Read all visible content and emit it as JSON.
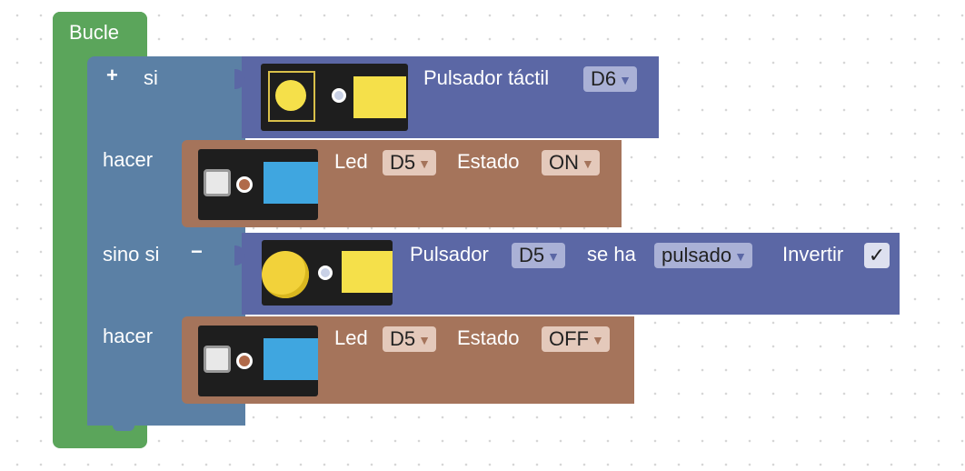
{
  "loop": {
    "label": "Bucle"
  },
  "if_block": {
    "plus_symbol": "+",
    "if_label": "si",
    "do_label": "hacer",
    "else_if_label": "sino si",
    "minus_symbol": "−",
    "do_label_2": "hacer"
  },
  "touch_sensor": {
    "label": "Pulsador táctil",
    "pin": "D6"
  },
  "led_on": {
    "label": "Led",
    "pin": "D5",
    "state_label": "Estado",
    "state": "ON"
  },
  "button_sensor": {
    "label": "Pulsador",
    "pin": "D5",
    "pressed_label": "se ha",
    "event": "pulsado",
    "invert_label": "Invertir",
    "invert_check": "✓"
  },
  "led_off": {
    "label": "Led",
    "pin": "D5",
    "state_label": "Estado",
    "state": "OFF"
  },
  "dropdown_arrow": "▼",
  "colors": {
    "loop_block": "#5ba55b",
    "if_block": "#5b80a5",
    "sensor_block": "#5b67a5",
    "led_block": "#a5745b",
    "module_board": "#1e1e1e",
    "module_yellow": "#f5e04a",
    "module_blue": "#3fa6e0"
  }
}
